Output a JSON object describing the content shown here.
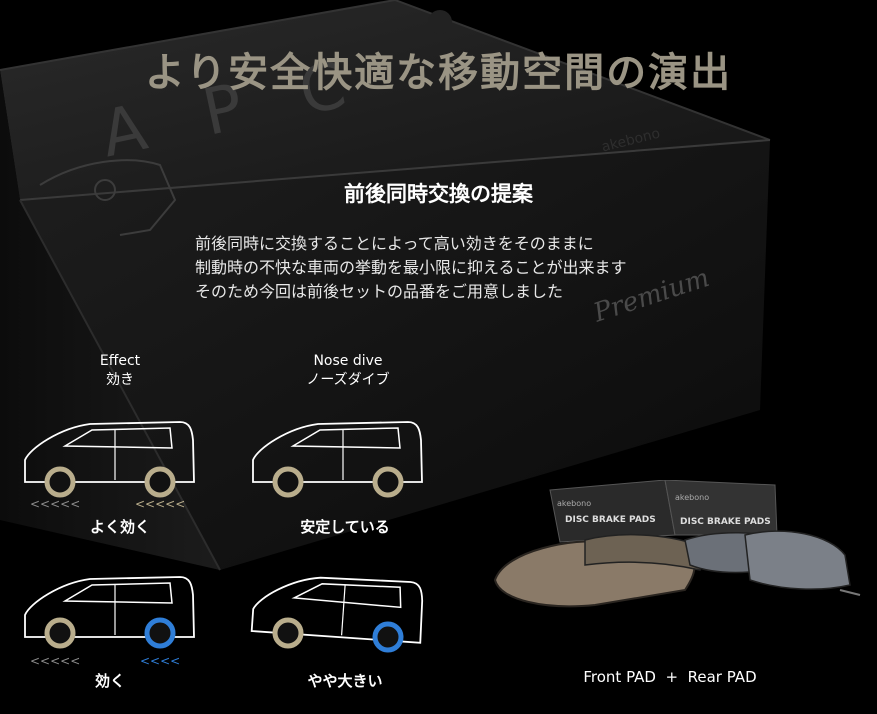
{
  "headline": "より安全快適な移動空間の演出",
  "sub_heading": "前後同時交換の提案",
  "body_lines": [
    "前後同時に交換することによって高い効きをそのままに",
    "制動時の不快な車両の挙動を最小限に抑えることが出来ます",
    "そのため今回は前後セットの品番をご用意しました"
  ],
  "columns": {
    "effect": {
      "en": "Effect",
      "jp": "効き"
    },
    "nose_dive": {
      "en": "Nose dive",
      "jp": "ノーズダイブ"
    }
  },
  "captions": {
    "top_left": "よく効く",
    "top_right": "安定している",
    "bottom_left": "効く",
    "bottom_right": "やや大きい"
  },
  "pads_caption": "Front PAD  +  Rear PAD",
  "box_labels": {
    "brand": "APC",
    "tier": "Premium",
    "maker": "akebono",
    "pad_box": "DISC BRAKE PADS"
  },
  "colors": {
    "headline": "#9a9484",
    "wheel_beige": "#b9ad8c",
    "wheel_blue": "#2f7ed8",
    "box_dark": "#171717"
  }
}
